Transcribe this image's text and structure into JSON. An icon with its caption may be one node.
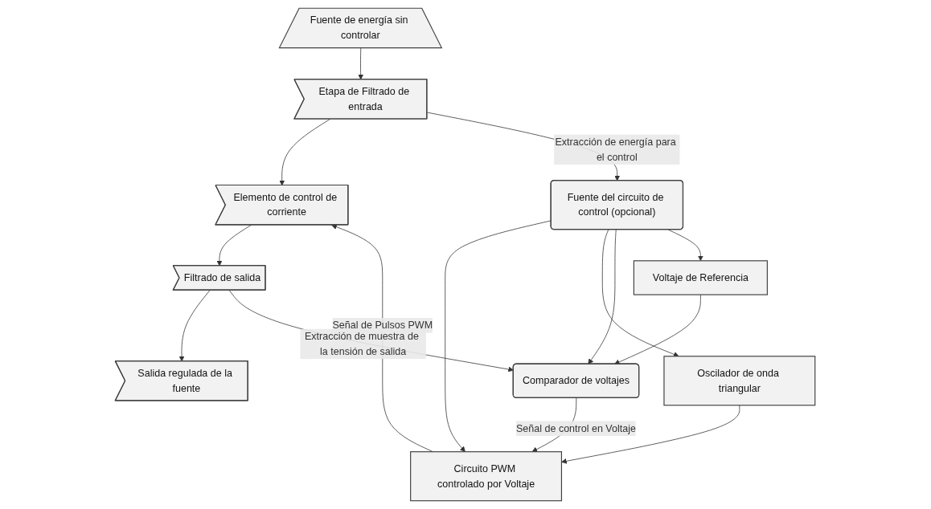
{
  "diagram": {
    "nodes": [
      {
        "text": [
          "Fuente de energía sin controlar"
        ]
      },
      {
        "text": [
          "Etapa de Filtrado de entrada"
        ]
      },
      {
        "text": [
          "Elemento de control de corriente"
        ]
      },
      {
        "text": [
          "Filtrado de salida"
        ]
      },
      {
        "text": [
          "Salida regulada de la fuente"
        ]
      },
      {
        "text": [
          "Fuente del circuito de control (opcional)"
        ]
      },
      {
        "text": [
          "Circuito PWM controlado por Voltaje"
        ]
      },
      {
        "text": [
          "Comparador de voltajes"
        ]
      },
      {
        "text": [
          "Voltaje de Referencia"
        ]
      },
      {
        "text": [
          "Oscilador de onda triangular"
        ]
      }
    ],
    "edges": [
      {
        "from": 0,
        "to": 1,
        "arrow": "to"
      },
      {
        "from": 1,
        "to": 2,
        "arrow": "to"
      },
      {
        "from": 2,
        "to": 3,
        "arrow": "to"
      },
      {
        "from": 3,
        "to": 4,
        "arrow": "to"
      },
      {
        "from": 1,
        "to": 5,
        "arrow": "to",
        "label": "Extracción de energía para el control"
      },
      {
        "from": 6,
        "to": 2,
        "arrow": "to",
        "label": "Señal de Pulsos PWM"
      },
      {
        "from": 3,
        "to": 7,
        "arrow": "to",
        "label": "Extracción de muestra de la tensión de salida"
      },
      {
        "from": 5,
        "to": 6,
        "arrow": "to"
      },
      {
        "from": 7,
        "to": 6,
        "arrow": "to",
        "label": "Señal de control en Voltaje"
      },
      {
        "from": 8,
        "to": 7,
        "arrow": "to"
      },
      {
        "from": 5,
        "to": 9,
        "arrow": "to"
      },
      {
        "from": 9,
        "to": 6,
        "arrow": "to"
      },
      {
        "from": 5,
        "to": 7,
        "arrow": "to"
      },
      {
        "from": 5,
        "to": 8,
        "arrow": "to"
      }
    ]
  }
}
